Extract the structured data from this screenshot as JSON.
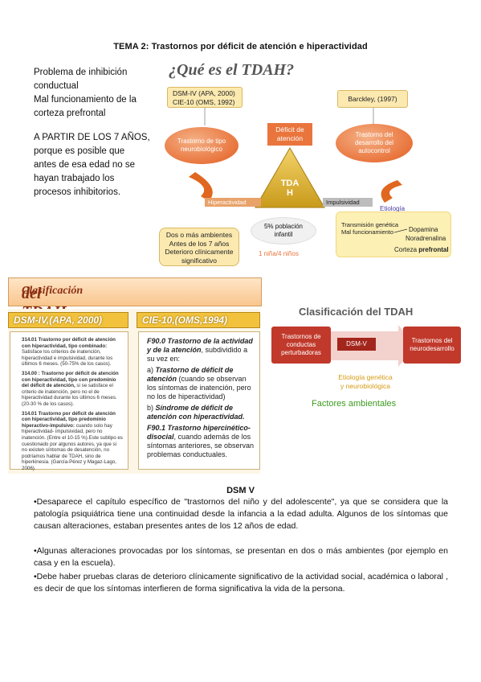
{
  "title": "TEMA 2: Trastornos por déficit de atención e hiperactividad",
  "left_notes": {
    "problem": [
      "Problema de inhibición",
      "conductual",
      "Mal funcionamiento de la",
      "corteza prefrontal"
    ],
    "age": [
      "A PARTIR DE LOS 7 AÑOS,",
      "porque es posible que",
      "antes de esa edad no se",
      "hayan trabajado los",
      "procesos inhibitorios."
    ]
  },
  "tdah_diagram": {
    "heading": "¿Qué es el TDAH?",
    "dsm_box": [
      "DSM-IV (APA, 2000)",
      "CIE-10 (OMS, 1992)"
    ],
    "barckley_box": "Barckley, (1997)",
    "oval_left": [
      "Trastorno de tipo",
      "neurobiológico"
    ],
    "oval_right": [
      "Trastorno del",
      "desarrollo del",
      "autocontrol"
    ],
    "deficit_label": [
      "Déficit de",
      "atención"
    ],
    "triangle_label": [
      "TDA",
      "H"
    ],
    "hyper_label": "Hiperactividad",
    "impulse_label": "Impulsividad",
    "etiology_label": "Etiología",
    "criteria_box": [
      "Dos o más ambientes",
      "Antes de los 7 años",
      "Deterioro clínicamente",
      "significativo"
    ],
    "population_oval": [
      "5% población",
      "infantil"
    ],
    "ratio_text": "1 niña/4 niños",
    "etiology_box": {
      "line1": "Transmisión genética",
      "line2": "Mal funcionamiento",
      "dopamina": "Dopamina",
      "noradrenalina": "Noradrenalina",
      "corteza_prefix": "Corteza",
      "corteza_bold": "prefrontal"
    }
  },
  "classification_left": {
    "heading_a": "Clasificación",
    "heading_b": "del TDAH",
    "dsm_head": "DSM-IV,(APA, 2000)",
    "cie_head": "CIE-10,(OMS,1994)",
    "dsm_items": [
      {
        "bold": "314.01 Trastorno por déficit de atención con hiperactividad, tipo combinado:",
        "text": " Satisface los criterios de inatención, hiperactividad e impulsividad, durante los últimos 6 meses. (50-75% de los casos)."
      },
      {
        "bold": "314.00 : Trastorno por déficit de atención con hiperactividad, tipo con predominio del déficit de atención,",
        "text": " si se satisface el criterio de inatención, pero no el de hiperactividad durante los últimos 6 meses. (20-30 % de los casos)."
      },
      {
        "bold": "314.01 Trastorno por déficit de atención con hiperactividad, tipo predominio hiperactivo-impulsivo:",
        "text": " cuando solo hay hiperactividad- impulsividad, pero no inatención. (Entre el 10-15 %).Este subtipo es cuestionado por algunos autores, ya que si no existen síntomas de desatención, no podríamos hablar de TDAH, sino de hiperkinesia. (García-Pérez y Magaz-Lago, 2006)."
      }
    ],
    "cie_items": {
      "f900_bold": "F90.0 Trastorno de la actividad y de la atención",
      "f900_text": ", subdividido a su vez en:",
      "a_label": "a)",
      "a_bold": "Trastorno de déficit de atención",
      "a_text": " (cuando se observan los síntomas de inatención, pero no los de hiperactividad)",
      "b_label": "b)",
      "b_bold": "Síndrome de déficit de atención con hiperactividad.",
      "f901_bold": "F90.1 Trastorno hipercinético-disocial",
      "f901_text": ", cuando además de los síntomas anteriores, se observan problemas conductuales."
    }
  },
  "classification_right": {
    "heading": "Clasificación del TDAH",
    "box_left": [
      "Trastornos de",
      "conductas",
      "perturbadoras"
    ],
    "arrow_label": "DSM-V",
    "box_right": [
      "Trastornos del",
      "neurodesarrollo"
    ],
    "etiology_text": [
      "Etiología genética",
      "y neurobiológica"
    ],
    "environment_text": "Factores ambientales"
  },
  "dsm5": {
    "heading": "DSM V",
    "paragraphs": [
      "•Desaparece el capítulo específico de \"trastornos del niño y del adolescente\", ya que se considera que la patología psiquiátrica tiene una continuidad desde la infancia a la edad adulta. Algunos de los síntomas que causan alteraciones, estaban presentes antes de los 12 años de edad.",
      "•Algunas alteraciones provocadas por los síntomas, se presentan en dos o más ambientes (por ejemplo en casa y en la escuela).",
      "•Debe haber pruebas claras de deterioro clínicamente significativo de la actividad social, académica o laboral , es decir de que los síntomas interfieren de forma significativa la vida de la persona."
    ]
  },
  "colors": {
    "orange": "#e9753d",
    "yellow_box": "#fbe9b0",
    "red_box": "#c0392b",
    "gold_header": "#f3c23c",
    "green_text": "#3d9a1f"
  }
}
